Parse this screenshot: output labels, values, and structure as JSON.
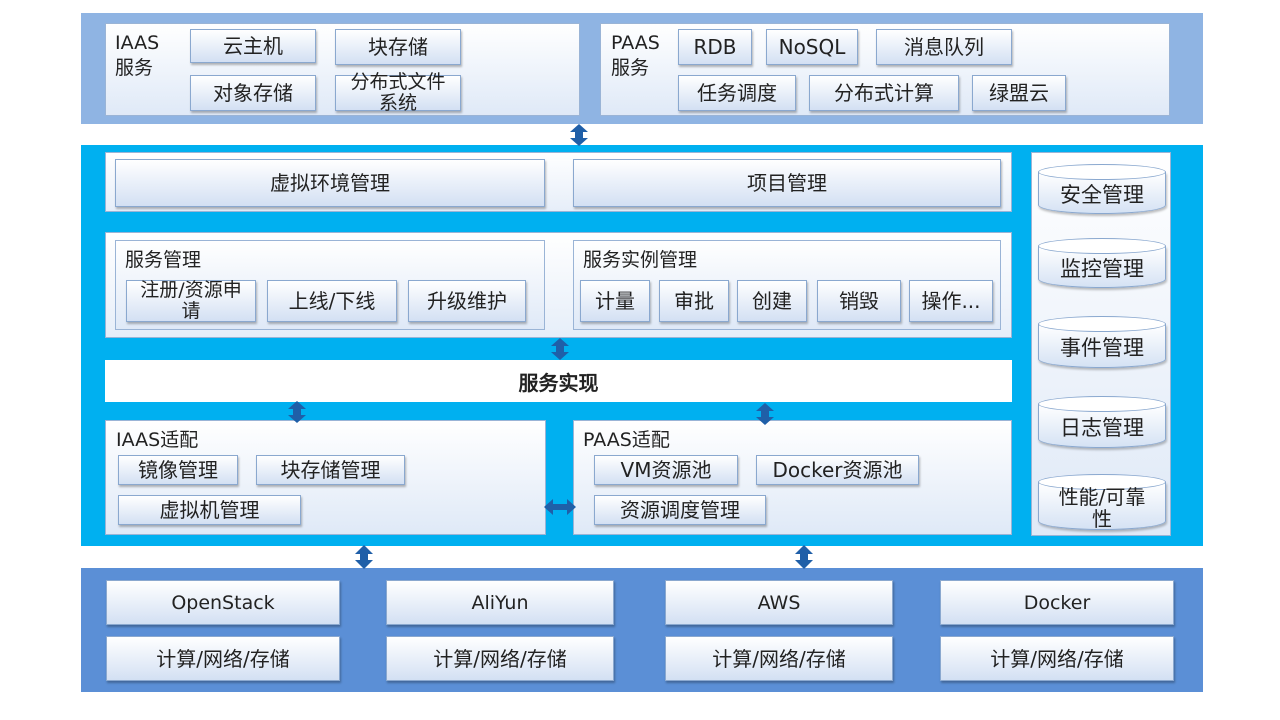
{
  "iaas_service": {
    "label": "IAAS\n服务",
    "items": [
      "云主机",
      "块存储",
      "对象存储",
      "分布式文件系统"
    ]
  },
  "paas_service": {
    "label": "PAAS\n服务",
    "items": [
      "RDB",
      "NoSQL",
      "消息队列",
      "任务调度",
      "分布式计算",
      "绿盟云"
    ]
  },
  "management": {
    "virtual_env": "虚拟环境管理",
    "project": "项目管理",
    "service_mgmt": {
      "title": "服务管理",
      "items": [
        "注册/资源申请",
        "上线/下线",
        "升级维护"
      ]
    },
    "instance_mgmt": {
      "title": "服务实例管理",
      "items": [
        "计量",
        "审批",
        "创建",
        "销毁",
        "操作..."
      ]
    },
    "service_impl": "服务实现",
    "iaas_adapter": {
      "title": "IAAS适配",
      "items": [
        "镜像管理",
        "块存储管理",
        "虚拟机管理"
      ]
    },
    "paas_adapter": {
      "title": "PAAS适配",
      "items": [
        "VM资源池",
        "Docker资源池",
        "资源调度管理"
      ]
    }
  },
  "side_panel": {
    "items": [
      "安全管理",
      "监控管理",
      "事件管理",
      "日志管理",
      "性能/可靠性"
    ]
  },
  "providers": [
    {
      "name": "OpenStack",
      "detail": "计算/网络/存储"
    },
    {
      "name": "AliYun",
      "detail": "计算/网络/存储"
    },
    {
      "name": "AWS",
      "detail": "计算/网络/存储"
    },
    {
      "name": "Docker",
      "detail": "计算/网络/存储"
    }
  ],
  "colors": {
    "top_band": "#8fb4e3",
    "middle_band": "#00b0f0",
    "bottom_band": "#5b8fd6",
    "arrow": "#1f5fa8"
  }
}
